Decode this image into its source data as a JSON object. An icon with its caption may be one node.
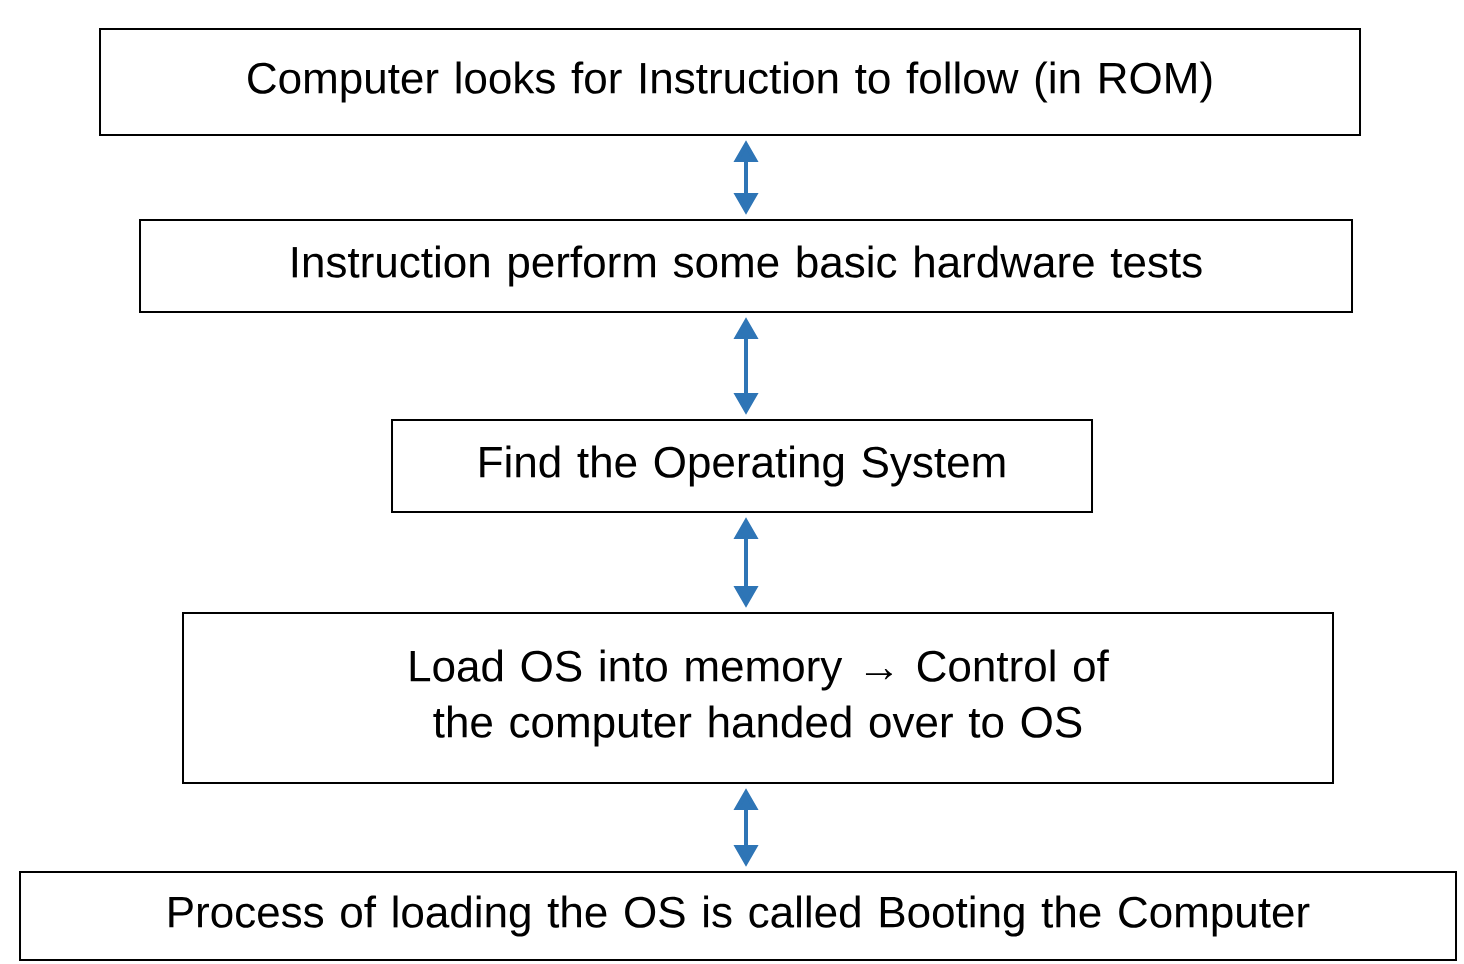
{
  "diagram": {
    "nodes": [
      {
        "text": [
          "Computer looks for Instruction to follow (in ROM)"
        ]
      },
      {
        "text": [
          "Instruction perform some basic hardware tests"
        ]
      },
      {
        "text": [
          "Find the Operating System"
        ]
      },
      {
        "text": [
          "Load OS into memory → Control of the computer handed over to OS"
        ]
      },
      {
        "text": [
          "Process of loading the OS is called Booting the Computer"
        ]
      }
    ],
    "edges": [
      {
        "from": 0,
        "to": 1,
        "arrow": "both",
        "color": "#2e75b6"
      },
      {
        "from": 1,
        "to": 2,
        "arrow": "both",
        "color": "#2e75b6"
      },
      {
        "from": 2,
        "to": 3,
        "arrow": "both",
        "color": "#2e75b6"
      },
      {
        "from": 3,
        "to": 4,
        "arrow": "both",
        "color": "#2e75b6"
      }
    ]
  }
}
